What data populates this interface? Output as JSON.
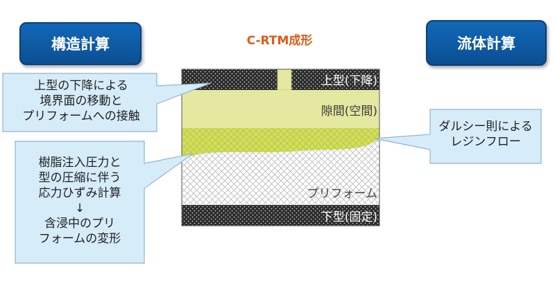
{
  "header": {
    "left_button": "構造計算",
    "right_button": "流体計算",
    "title": "C-RTM成形"
  },
  "layers": {
    "upper_mold": "上型(下降)",
    "gap": "隙間(空間)",
    "preform": "プリフォーム",
    "lower_mold": "下型(固定)"
  },
  "callouts": {
    "top_left": [
      "上型の下降による",
      "境界面の移動と",
      "プリフォームへの接触"
    ],
    "bottom_left": [
      "樹脂注入圧力と",
      "型の圧縮に伴う",
      "応力ひずみ計算",
      "↓",
      "含浸中のプリ",
      "フォームの変形"
    ],
    "right": [
      "ダルシー則による",
      "レジンフロー"
    ]
  },
  "colors": {
    "button_blue": "#0b5aa6",
    "title_orange": "#d95b1a",
    "mold_dark": "#2b2b2b",
    "gap_yellow": "#e4e8a0",
    "resin_yellow": "#d2df5a",
    "callout_fill": "#d6ecf9",
    "callout_border": "#8fb4d3"
  }
}
